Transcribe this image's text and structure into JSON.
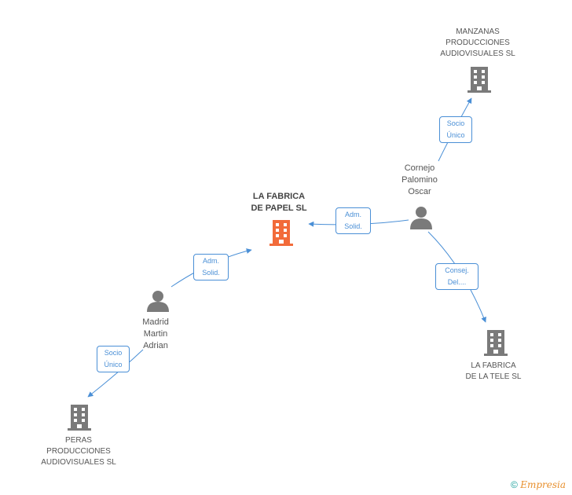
{
  "nodes": {
    "center": {
      "label": "LA FABRICA\nDE PAPEL SL"
    },
    "manzanas": {
      "label": "MANZANAS\nPRODUCCIONES\nAUDIOVISUALES SL"
    },
    "tele": {
      "label": "LA FABRICA\nDE LA TELE SL"
    },
    "peras": {
      "label": "PERAS\nPRODUCCIONES\nAUDIOVISUALES SL"
    },
    "cornejo": {
      "label": "Cornejo\nPalomino\nOscar"
    },
    "madrid": {
      "label": "Madrid\nMartin\nAdrian"
    }
  },
  "edges": {
    "cornejo_manzanas": "Socio\nÚnico",
    "cornejo_center": "Adm.\nSolid.",
    "cornejo_tele": "Consej.\nDel....",
    "madrid_center": "Adm.\nSolid.",
    "madrid_peras": "Socio\nÚnico"
  },
  "footer": {
    "copyright": "©",
    "brand": "Empresia"
  },
  "colors": {
    "edge": "#4a8fd6",
    "company": "#7a7a7a",
    "highlight": "#f26b3a",
    "person": "#7a7a7a"
  }
}
